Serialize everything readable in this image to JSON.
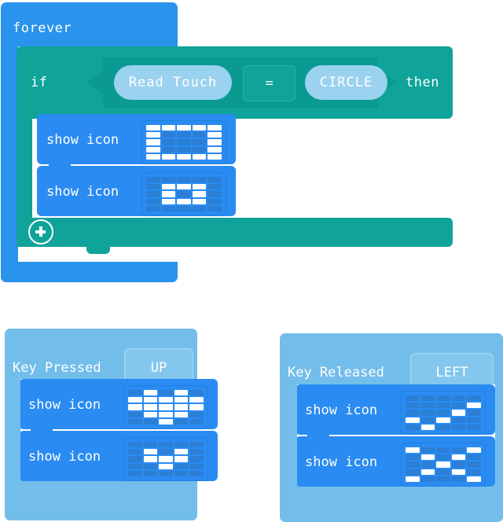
{
  "editor": {
    "type": "block-programming-canvas",
    "background": "#ffffff",
    "colors": {
      "loop_blue": "#2a93ec",
      "logic_teal": "#0fa39a",
      "event_light_blue": "#72bdea",
      "show_icon_blue": "#2a8bf2",
      "reporter_oval": "#9bd2f0",
      "led_on": "#ffffff",
      "led_off": "#2b7fd6"
    }
  },
  "scripts": [
    {
      "id": "forever-script",
      "header_label": "forever",
      "conditional": {
        "if_label": "if",
        "then_label": "then",
        "condition": {
          "left_operand": "Read Touch",
          "operator": "=",
          "right_operand": "CIRCLE"
        },
        "add_button_icon": "plus-circle-icon",
        "statements": [
          {
            "label": "show icon",
            "icon_name": "square-outline-icon",
            "led_matrix": [
              [
                1,
                1,
                1,
                1,
                1
              ],
              [
                1,
                0,
                0,
                0,
                1
              ],
              [
                1,
                0,
                0,
                0,
                1
              ],
              [
                1,
                0,
                0,
                0,
                1
              ],
              [
                1,
                1,
                1,
                1,
                1
              ]
            ]
          },
          {
            "label": "show icon",
            "icon_name": "small-square-outline-icon",
            "led_matrix": [
              [
                0,
                0,
                0,
                0,
                0
              ],
              [
                0,
                1,
                1,
                1,
                0
              ],
              [
                0,
                1,
                0,
                1,
                0
              ],
              [
                0,
                1,
                1,
                1,
                0
              ],
              [
                0,
                0,
                0,
                0,
                0
              ]
            ]
          }
        ]
      }
    },
    {
      "id": "key-pressed-script",
      "header_label": "Key Pressed",
      "field_value": "UP",
      "statements": [
        {
          "label": "show icon",
          "icon_name": "heart-icon",
          "led_matrix": [
            [
              0,
              1,
              0,
              1,
              0
            ],
            [
              1,
              1,
              1,
              1,
              1
            ],
            [
              1,
              1,
              1,
              1,
              1
            ],
            [
              0,
              1,
              1,
              1,
              0
            ],
            [
              0,
              0,
              1,
              0,
              0
            ]
          ]
        },
        {
          "label": "show icon",
          "icon_name": "small-heart-icon",
          "led_matrix": [
            [
              0,
              0,
              0,
              0,
              0
            ],
            [
              0,
              1,
              0,
              1,
              0
            ],
            [
              0,
              1,
              1,
              1,
              0
            ],
            [
              0,
              0,
              1,
              0,
              0
            ],
            [
              0,
              0,
              0,
              0,
              0
            ]
          ]
        }
      ]
    },
    {
      "id": "key-released-script",
      "header_label": "Key Released",
      "field_value": "LEFT",
      "statements": [
        {
          "label": "show icon",
          "icon_name": "check-mark-icon",
          "led_matrix": [
            [
              0,
              0,
              0,
              0,
              0
            ],
            [
              0,
              0,
              0,
              0,
              1
            ],
            [
              0,
              0,
              0,
              1,
              0
            ],
            [
              1,
              0,
              1,
              0,
              0
            ],
            [
              0,
              1,
              0,
              0,
              0
            ]
          ]
        },
        {
          "label": "show icon",
          "icon_name": "cross-x-icon",
          "led_matrix": [
            [
              1,
              0,
              0,
              0,
              1
            ],
            [
              0,
              1,
              0,
              1,
              0
            ],
            [
              0,
              0,
              1,
              0,
              0
            ],
            [
              0,
              1,
              0,
              1,
              0
            ],
            [
              1,
              0,
              0,
              0,
              1
            ]
          ]
        }
      ]
    }
  ]
}
